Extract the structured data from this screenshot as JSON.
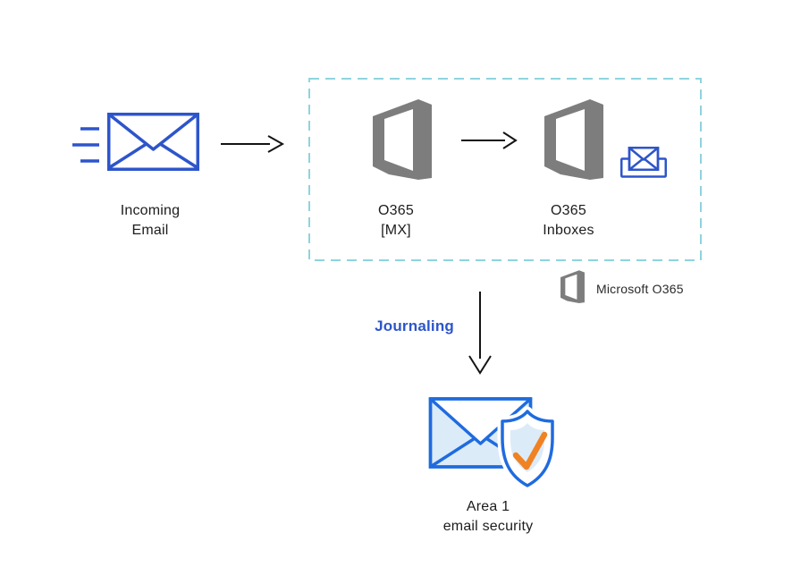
{
  "diagram": {
    "incoming_email": {
      "label_line1": "Incoming",
      "label_line2": "Email"
    },
    "o365_mx": {
      "label_line1": "O365",
      "label_line2": "[MX]"
    },
    "o365_inboxes": {
      "label_line1": "O365",
      "label_line2": "Inboxes"
    },
    "journaling_label": "Journaling",
    "area1": {
      "label_line1": "Area 1",
      "label_line2": "email security"
    },
    "legend": {
      "label": "Microsoft O365"
    }
  },
  "icons": {
    "incoming_email": "envelope-with-speed-lines-icon",
    "o365_mx": "office-365-logo-icon",
    "o365_inboxes": "office-365-logo-icon",
    "o365_inboxes_secondary": "inbox-envelope-icon",
    "legend": "office-365-logo-small-icon",
    "area1": "envelope-shield-check-icon",
    "flow_arrows": [
      "arrow-right-icon",
      "arrow-right-icon",
      "arrow-down-icon"
    ]
  },
  "colors": {
    "primary_blue": "#2d55cb",
    "bright_blue": "#1f6bdf",
    "light_blue_fill": "#dcebf8",
    "teal_dash": "#8ed4de",
    "logo_gray": "#7d7d7d",
    "orange_check": "#f08222",
    "text_dark": "#1c1c1c",
    "arrow_black": "#141414"
  }
}
